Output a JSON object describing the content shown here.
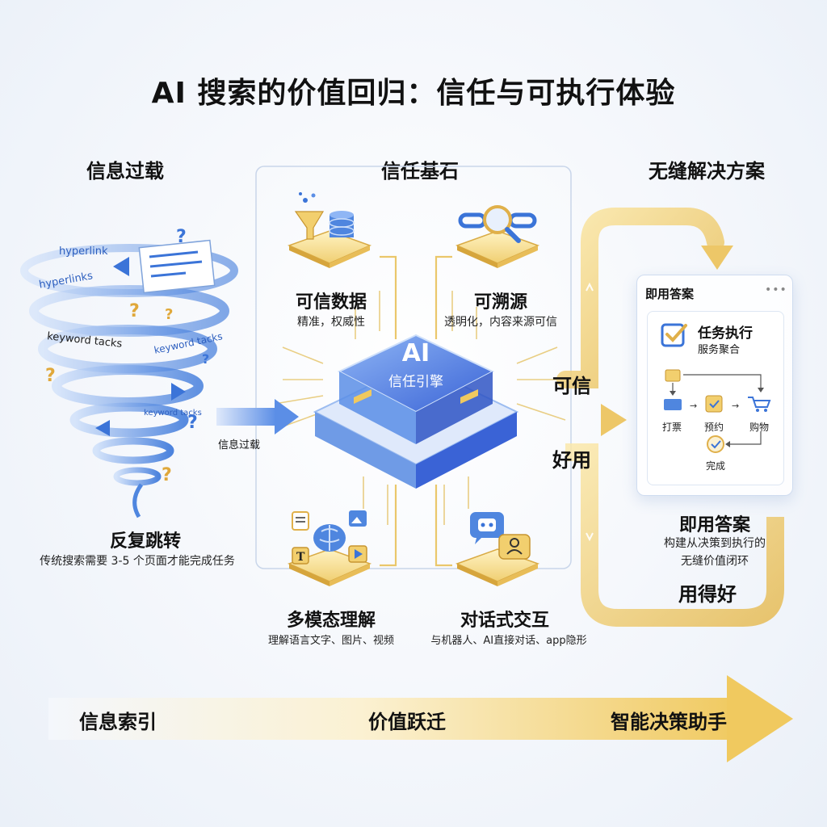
{
  "title": "AI 搜索的价值回归：信任与可执行体验",
  "left": {
    "heading": "信息过载",
    "tornado_words": [
      "hyperlink",
      "hyperlinks",
      "keyword tacks",
      "keyword tacks",
      "keyword tacks"
    ],
    "caption": "反复跳转",
    "subcaption": "传统搜索需要 3-5 个页面才能完成任务",
    "arrow_label": "信息过载"
  },
  "center": {
    "heading": "信任基石",
    "cards": [
      {
        "name": "可信数据",
        "desc": "精准，权威性",
        "icon": "funnel-database-icon"
      },
      {
        "name": "可溯源",
        "desc": "透明化，内容来源可信",
        "icon": "chain-magnifier-icon"
      },
      {
        "name": "多模态理解",
        "desc": "理解语言文字、图片、视频",
        "icon": "brain-media-icon"
      },
      {
        "name": "对话式交互",
        "desc": "与机器人、AI直接对话、app隐形",
        "icon": "chatbot-icon"
      }
    ],
    "chip_title": "AI",
    "chip_subtitle": "信任引擎"
  },
  "right": {
    "heading": "无缝解决方案",
    "label_trust": "可信",
    "label_useful": "好用",
    "label_use_well": "用得好",
    "panel_title": "即用答案",
    "task_title": "任务执行",
    "task_sub": "服务聚合",
    "steps": [
      "打票",
      "预约",
      "购物"
    ],
    "done": "完成",
    "caption": "即用答案",
    "subcaption_1": "构建从决策到执行的",
    "subcaption_2": "无缝价值闭环"
  },
  "bottom": {
    "start": "信息索引",
    "middle": "价值跃迁",
    "end": "智能决策助手"
  },
  "colors": {
    "blue": "#3b74d8",
    "gold": "#e9c25c",
    "gold_dark": "#c9962a"
  }
}
